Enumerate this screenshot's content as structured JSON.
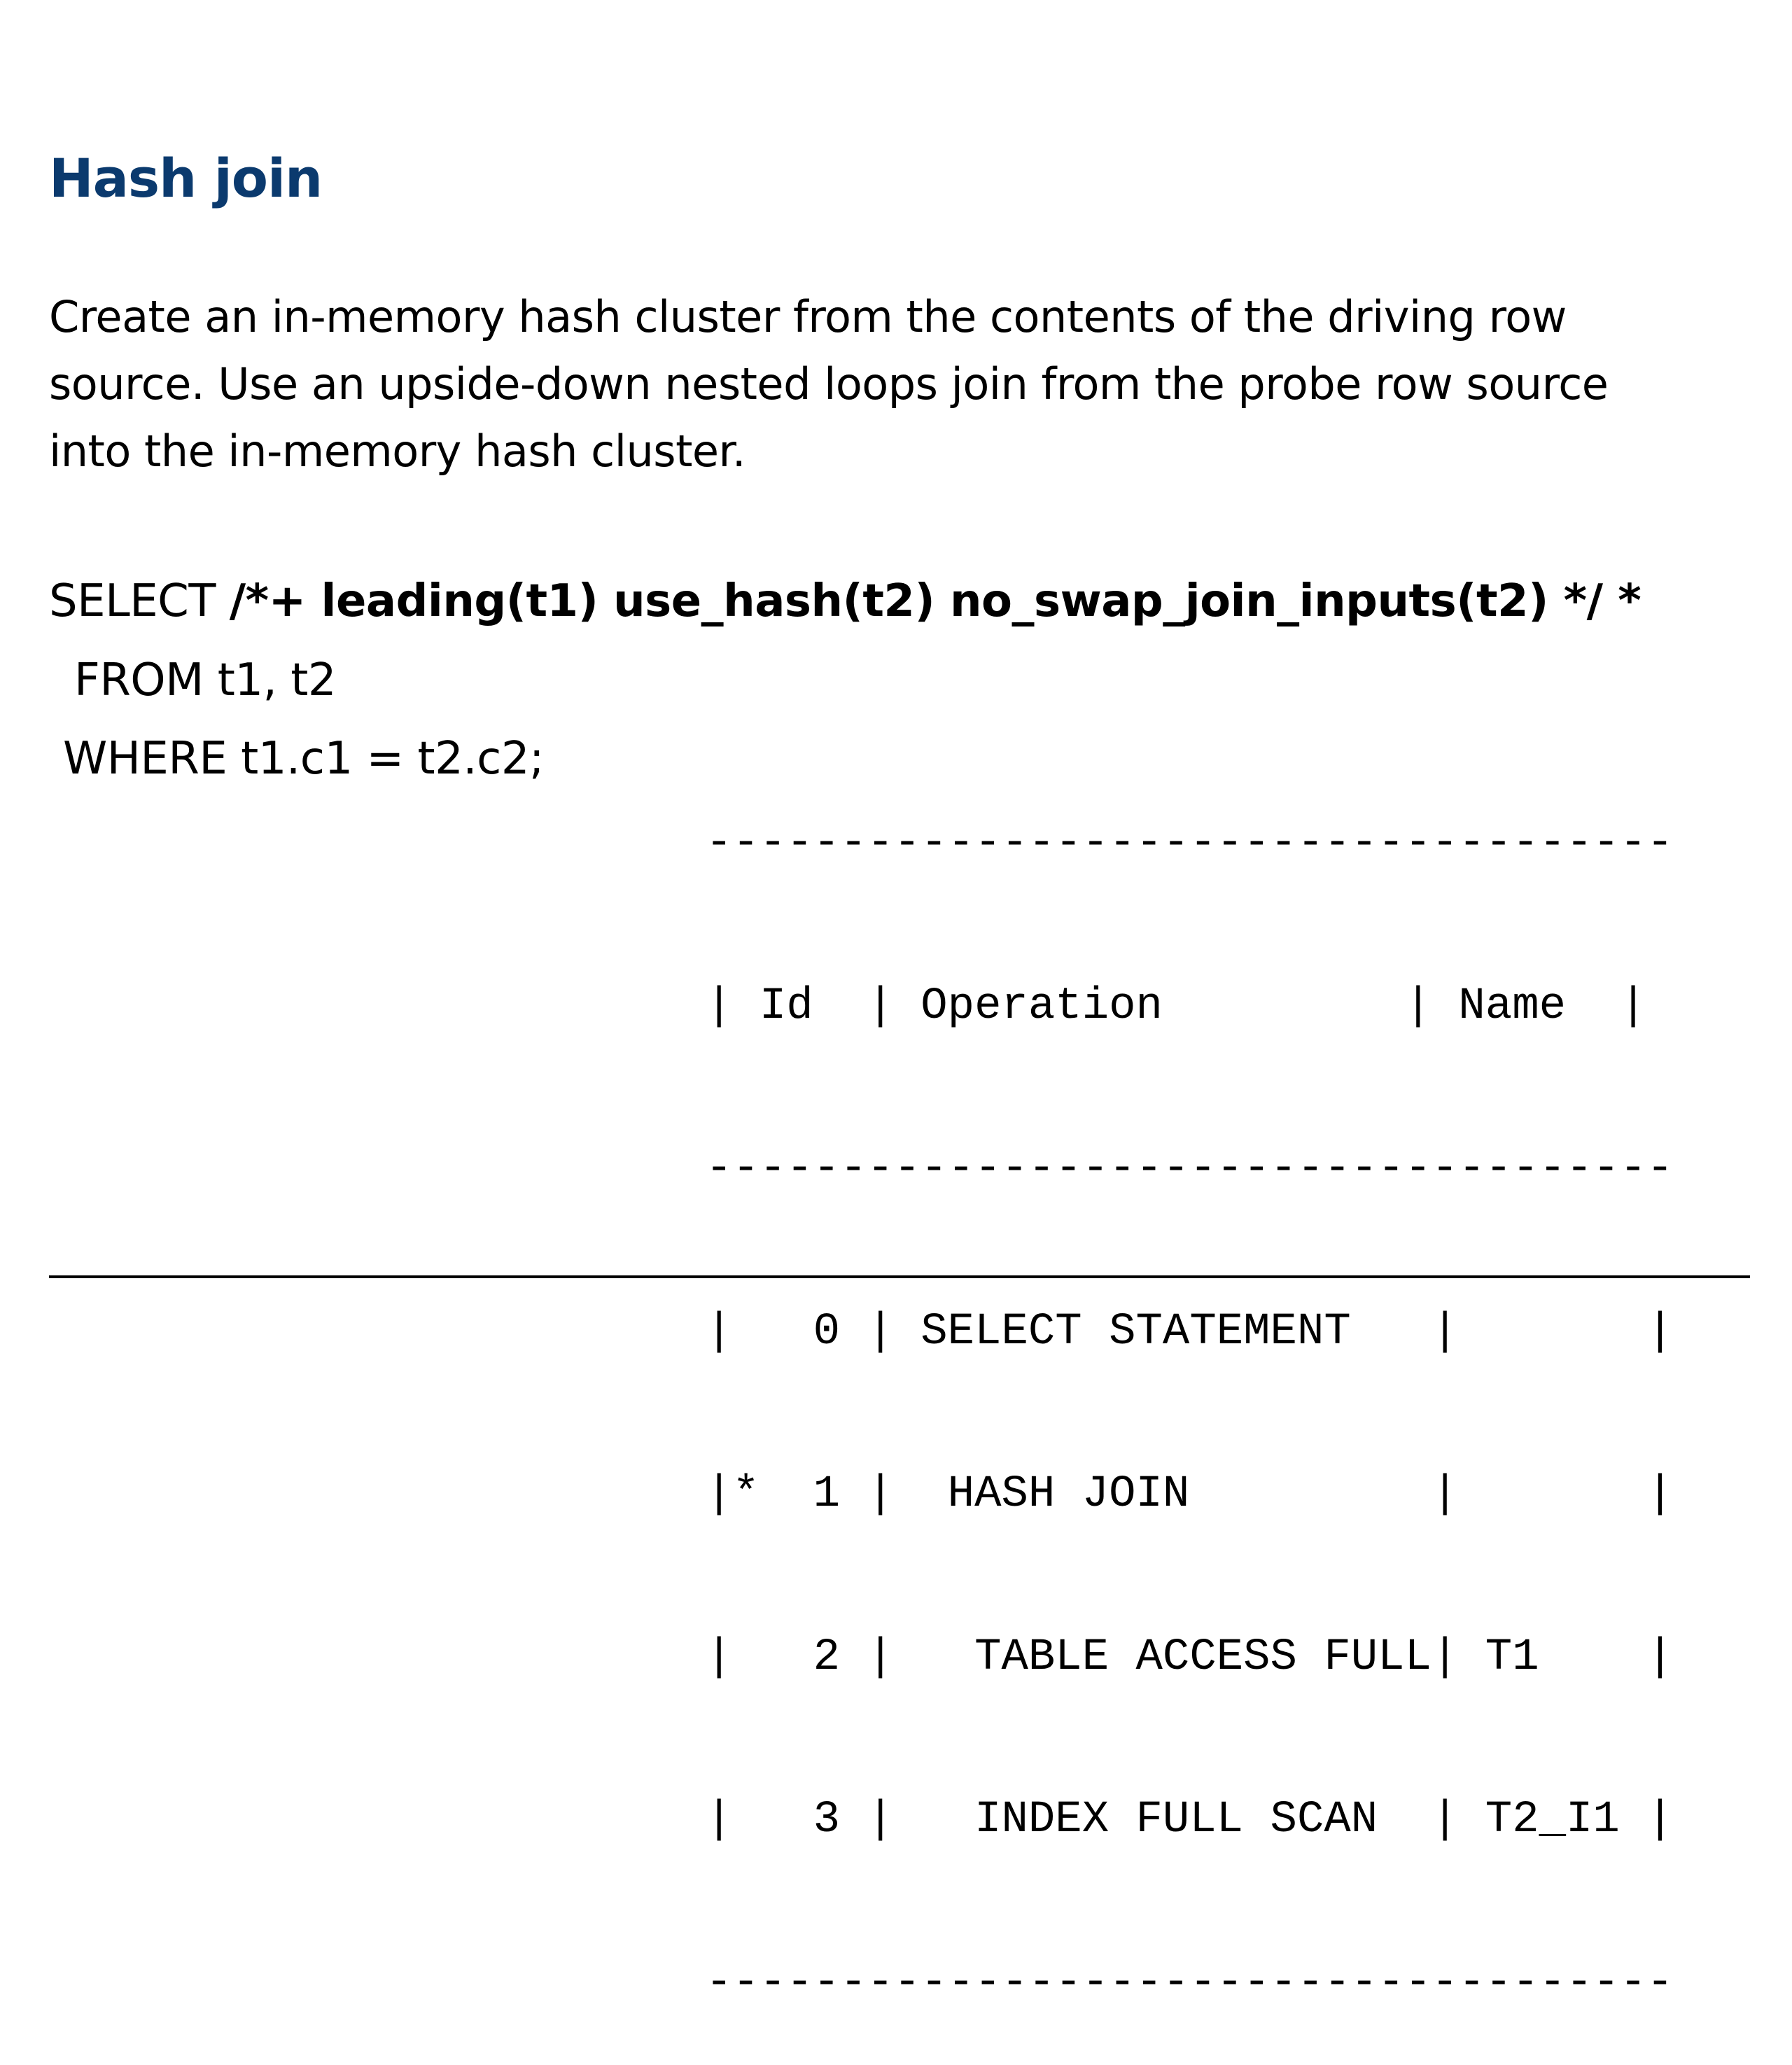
{
  "title": "Hash join",
  "description": {
    "line1": "Create an in-memory hash cluster from the contents of the driving row",
    "line2": "source.  Use an upside-down nested loops join from the probe row source",
    "line3": "into the in-memory hash cluster."
  },
  "sql": {
    "select_keyword": "SELECT",
    "hint": "/*+ leading(t1) use_hash(t2) no_swap_join_inputs(t2) */ *",
    "from_clause": "FROM t1, t2",
    "where_clause": "WHERE t1.c1 = t2.c2;"
  },
  "plan_table": {
    "separator": "------------------------------------",
    "header": "| Id  | Operation         | Name  |",
    "rows": [
      "|   0 | SELECT STATEMENT   |       |",
      "|*  1 |  HASH JOIN         |       |",
      "|   2 |   TABLE ACCESS FULL| T1    |",
      "|   3 |   INDEX FULL SCAN  | T2_I1 |"
    ]
  }
}
